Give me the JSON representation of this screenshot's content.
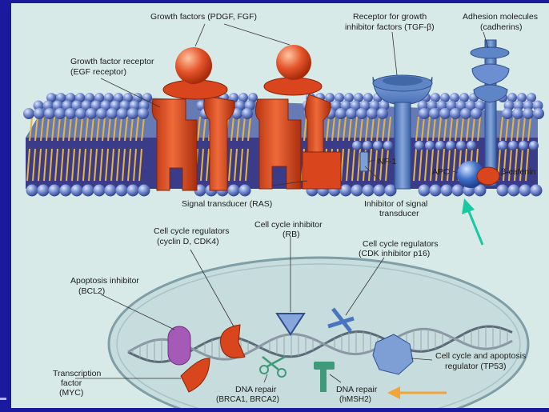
{
  "labels": {
    "growth_factors": "Growth factors (PDGF, FGF)",
    "gf_receptor_1": "Growth factor receptor",
    "gf_receptor_2": "(EGF receptor)",
    "tgf_receptor_1": "Receptor for growth",
    "tgf_receptor_2": "inhibitor factors (TGF-β)",
    "adhesion_1": "Adhesion molecules",
    "adhesion_2": "(cadherins)",
    "nf1": "NF-1",
    "apc": "APC",
    "beta_catenin": "β-catenin",
    "signal_transducer": "Signal transducer (RAS)",
    "inhibitor_1": "Inhibitor of signal",
    "inhibitor_2": "transducer",
    "cc_inhibitor_1": "Cell cycle inhibitor",
    "cc_inhibitor_2": "(RB)",
    "cc_regulators_1": "Cell cycle regulators",
    "cc_regulators_2": "(cyclin D, CDK4)",
    "cdk_regulators_1": "Cell cycle regulators",
    "cdk_regulators_2": "(CDK inhibitor p16)",
    "apoptosis_inh_1": "Apoptosis inhibitor",
    "apoptosis_inh_2": "(BCL2)",
    "tp53_1": "Cell cycle and apoptosis",
    "tp53_2": "regulator (TP53)",
    "transcription_1": "Transcription",
    "transcription_2": "factor",
    "transcription_3": "(MYC)",
    "dna_repair_brca_1": "DNA repair",
    "dna_repair_brca_2": "(BRCA1, BRCA2)",
    "dna_repair_hmsh_1": "DNA repair",
    "dna_repair_hmsh_2": "(hMSH2)"
  },
  "colors": {
    "frame": "#1a1a9e",
    "background": "#d8eae8",
    "nucleus": "#c7dcdc",
    "membrane_bead": "#6d86c8",
    "receptor_red": "#d9461e",
    "receptor_blue": "#5e86c6",
    "arrow_teal": "#19c9a0",
    "arrow_orange": "#f2a63a",
    "purple": "#a65ab8",
    "green": "#3f9a7a"
  }
}
